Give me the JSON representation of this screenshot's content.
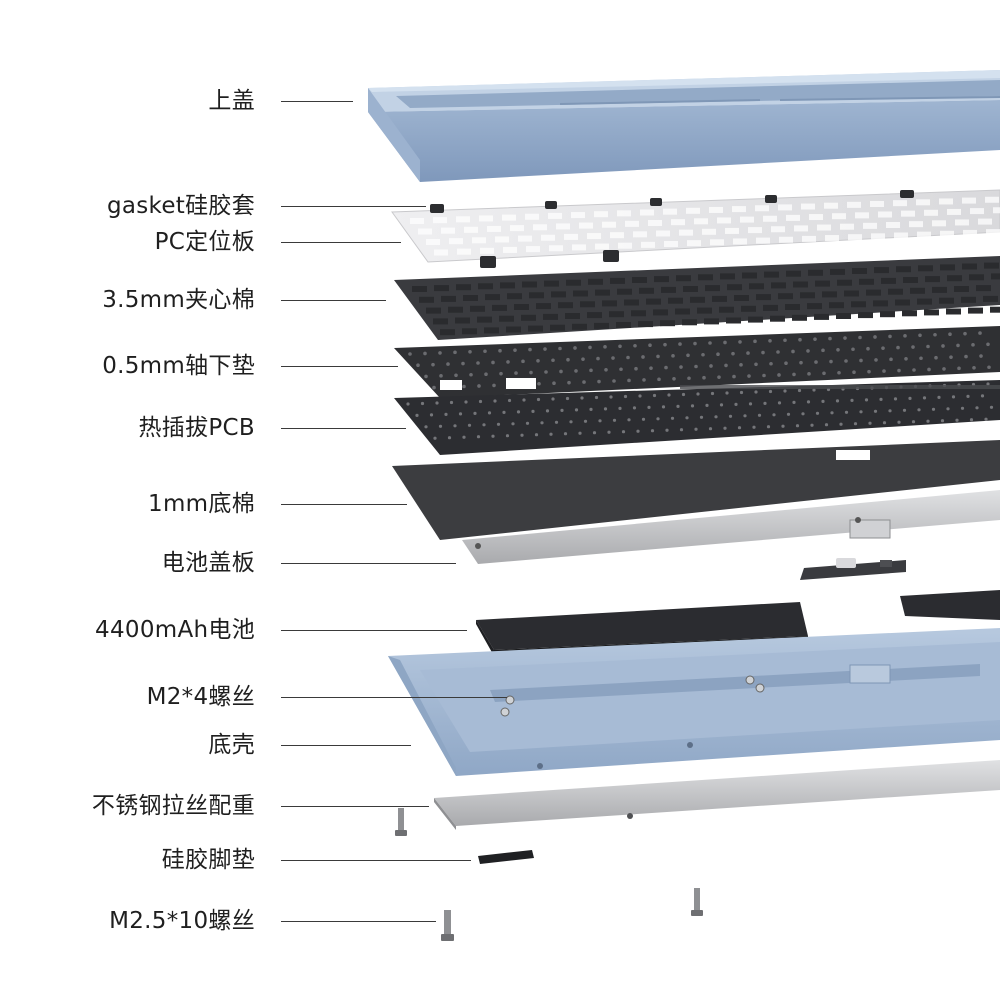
{
  "parts": [
    {
      "id": "top-case",
      "label": "上盖"
    },
    {
      "id": "gasket-silicone-sleeve",
      "label": "gasket硅胶套"
    },
    {
      "id": "pc-plate",
      "label": "PC定位板"
    },
    {
      "id": "sandwich-foam",
      "label": "3.5mm夹心棉"
    },
    {
      "id": "switch-pad",
      "label": "0.5mm轴下垫"
    },
    {
      "id": "hotswap-pcb",
      "label": "热插拔PCB"
    },
    {
      "id": "bottom-foam",
      "label": "1mm底棉"
    },
    {
      "id": "battery-cover",
      "label": "电池盖板"
    },
    {
      "id": "battery",
      "label": "4400mAh电池"
    },
    {
      "id": "m2-screws",
      "label": "M2*4螺丝"
    },
    {
      "id": "bottom-case",
      "label": "底壳"
    },
    {
      "id": "steel-weight",
      "label": "不锈钢拉丝配重"
    },
    {
      "id": "silicone-feet",
      "label": "硅胶脚垫"
    },
    {
      "id": "m25-screws",
      "label": "M2.5*10螺丝"
    }
  ],
  "colors": {
    "aluminum_blue": "#a9bdd6",
    "aluminum_blue_dark": "#8ea6c4",
    "pc_plate": "#e2e2e4",
    "foam": "#35363a",
    "pcb": "#2f3034",
    "bottom_foam": "#3b3c3f",
    "steel": "#c9cacc",
    "text": "#1f1f1f",
    "leader": "#3a3a3a"
  }
}
